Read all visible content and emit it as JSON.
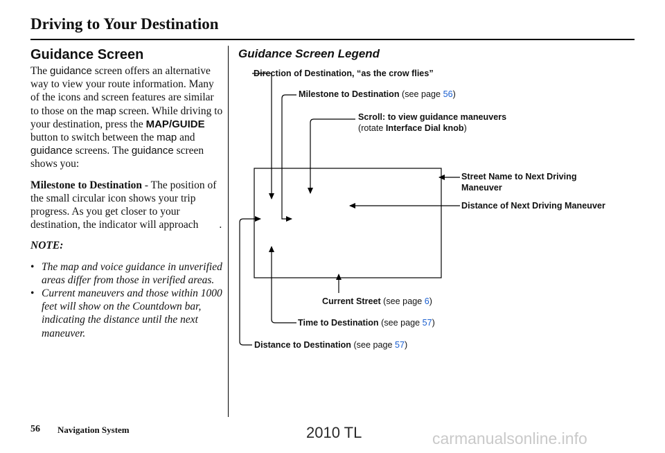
{
  "header": {
    "title": "Driving to Your Destination"
  },
  "left": {
    "heading": "Guidance Screen",
    "intro": {
      "t1": "The ",
      "k1": "guidance",
      "t2": " screen offers an alternative way to view your route information. Many of the icons and screen features are similar to those on the ",
      "k2": "map",
      "t3": " screen. While driving to your destination, press the ",
      "k3": "MAP/GUIDE",
      "t4": " button to switch between the ",
      "k4": "map",
      "t5": " and ",
      "k5": "guidance",
      "t6": " screens. The ",
      "k6": "guidance",
      "t7": " screen shows you:"
    },
    "milestone": {
      "term": "Milestone to Destination",
      "text": " - The position of the small circular icon shows your trip progress. As you get closer to your destination, the indicator will approach",
      "end": "."
    },
    "note": {
      "title": "NOTE:",
      "items": [
        "The map and voice guidance in unverified areas differ from those in verified areas.",
        "Current maneuvers and those within 1000 feet will show on the Countdown bar, indicating the distance until the next maneuver."
      ]
    }
  },
  "legend": {
    "heading": "Guidance Screen Legend",
    "direction": {
      "label": "Direction of Destination, “as the crow flies”"
    },
    "milestone": {
      "label": "Milestone to Destination",
      "see": " (see page ",
      "page": "56",
      "close": ")"
    },
    "scroll": {
      "line1": "Scroll: to view guidance maneuvers",
      "pre": "(rotate ",
      "bold": "Interface Dial knob",
      "post": ")"
    },
    "street": {
      "line1": "Street Name to Next Driving",
      "line2": "Maneuver"
    },
    "distance_next": {
      "label": "Distance of Next Driving Maneuver"
    },
    "current": {
      "label": "Current Street",
      "see": " (see page ",
      "page": "6",
      "close": ")"
    },
    "time": {
      "label": "Time to Destination",
      "see": " (see page ",
      "page": "57",
      "close": ")"
    },
    "distance_dest": {
      "label": "Distance to Destination",
      "see": " (see page ",
      "page": "57",
      "close": ")"
    }
  },
  "footer": {
    "page_number": "56",
    "book": "Navigation System"
  },
  "watermark": {
    "model": "2010 TL",
    "site": "carmanualsonline.info"
  }
}
